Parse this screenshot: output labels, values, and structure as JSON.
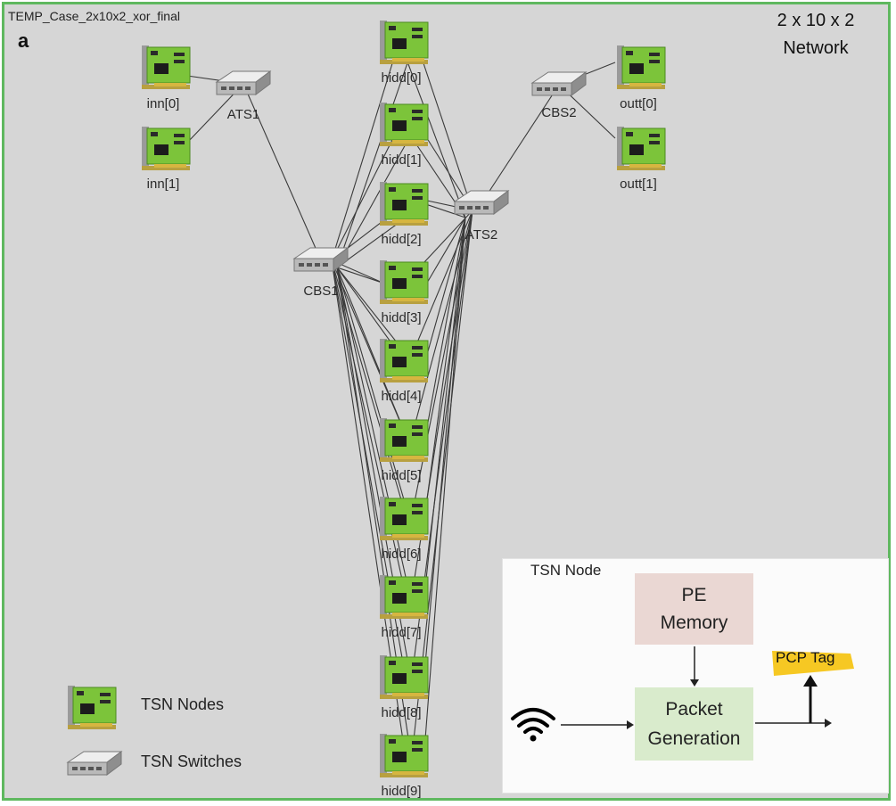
{
  "title": "TEMP_Case_2x10x2_xor_final",
  "panel_letter": "a",
  "network_label": [
    "2 x 10 x 2",
    "Network"
  ],
  "nodes": {
    "inputs": [
      "inn[0]",
      "inn[1]"
    ],
    "hidden": [
      "hidd[0]",
      "hidd[1]",
      "hidd[2]",
      "hidd[3]",
      "hidd[4]",
      "hidd[5]",
      "hidd[6]",
      "hidd[7]",
      "hidd[8]",
      "hidd[9]"
    ],
    "outputs": [
      "outt[0]",
      "outt[1]"
    ]
  },
  "switches": [
    "ATS1",
    "CBS1",
    "ATS2",
    "CBS2"
  ],
  "legend": {
    "nodes_label": "TSN Nodes",
    "switches_label": "TSN Switches"
  },
  "inset": {
    "title": "TSN Node",
    "memory_box": [
      "PE",
      "Memory"
    ],
    "packet_box": [
      "Packet",
      "Generation"
    ],
    "tag_label": "PCP Tag"
  },
  "colors": {
    "frame_border": "#5fb85f",
    "background": "#d6d6d6",
    "node_board": "#7cc43a",
    "tag": "#f6c823",
    "memory_box": "#ead7d3",
    "packet_box": "#d9ebcc"
  },
  "icons": {
    "node": "network-card-icon",
    "switch": "network-switch-icon",
    "signal": "wifi-signal-icon"
  }
}
